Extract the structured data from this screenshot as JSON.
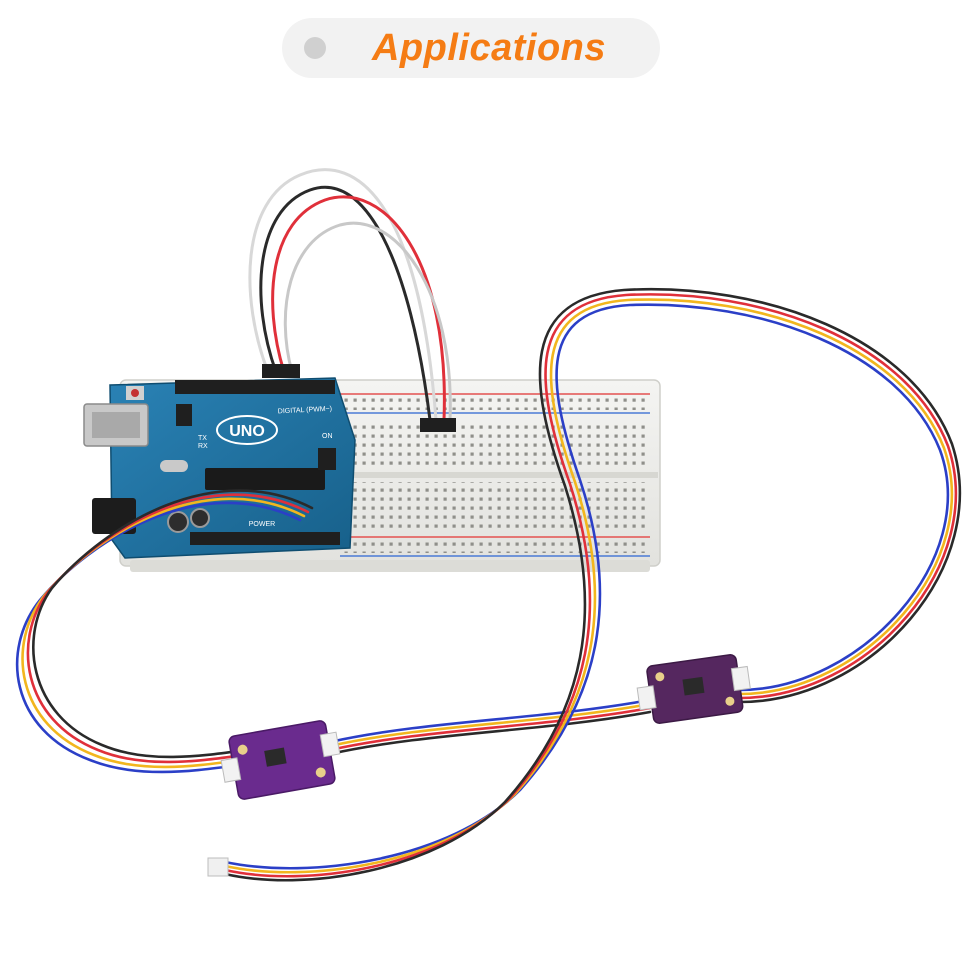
{
  "header": {
    "title": "Applications"
  },
  "board": {
    "logo_text": "UNO",
    "digital_label": "DIGITAL (PWM~)",
    "power_label": "POWER",
    "tx_label": "TX",
    "rx_label": "RX",
    "on_label": "ON"
  },
  "colors": {
    "accent": "#f57c14",
    "board": "#1d6f9e",
    "sensor_module": "#5a2a7a",
    "wire_red": "#e0303a",
    "wire_black": "#2a2a2a",
    "wire_blue": "#2b3fc7",
    "wire_yellow": "#f2b61e",
    "wire_white": "#d8d8d8"
  }
}
